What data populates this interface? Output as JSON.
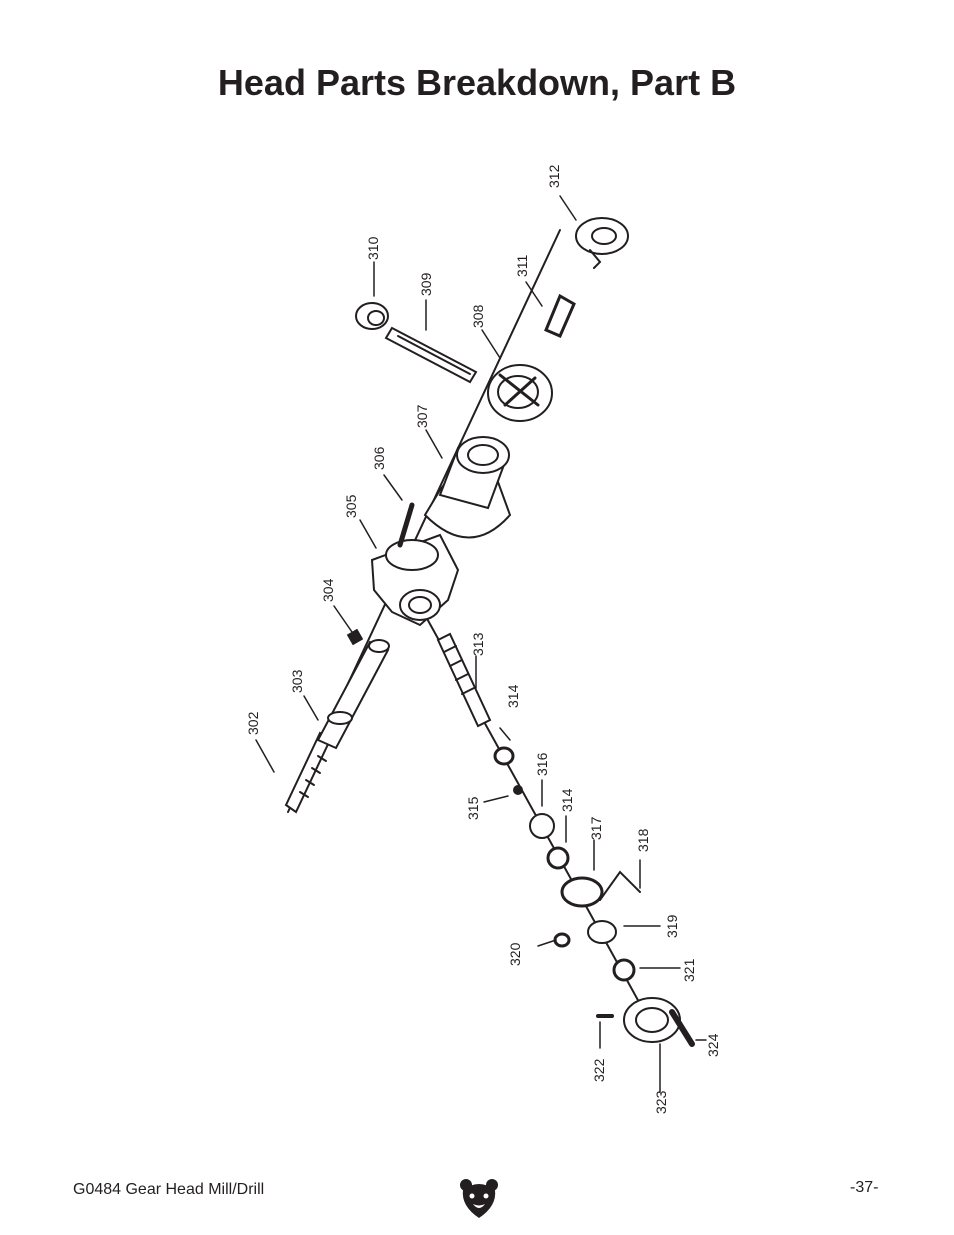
{
  "page": {
    "title": "Head Parts Breakdown, Part B",
    "footer_left": "G0484 Gear Head Mill/Drill",
    "page_number": "-37-"
  },
  "colors": {
    "ink": "#231f20",
    "paper": "#ffffff"
  },
  "icons": {
    "logo": "grizzly-bear-logo"
  },
  "labels": [
    "302",
    "303",
    "304",
    "305",
    "306",
    "307",
    "308",
    "309",
    "310",
    "311",
    "312",
    "313",
    "314",
    "315",
    "316",
    "314",
    "317",
    "318",
    "319",
    "320",
    "321",
    "322",
    "323",
    "324"
  ]
}
